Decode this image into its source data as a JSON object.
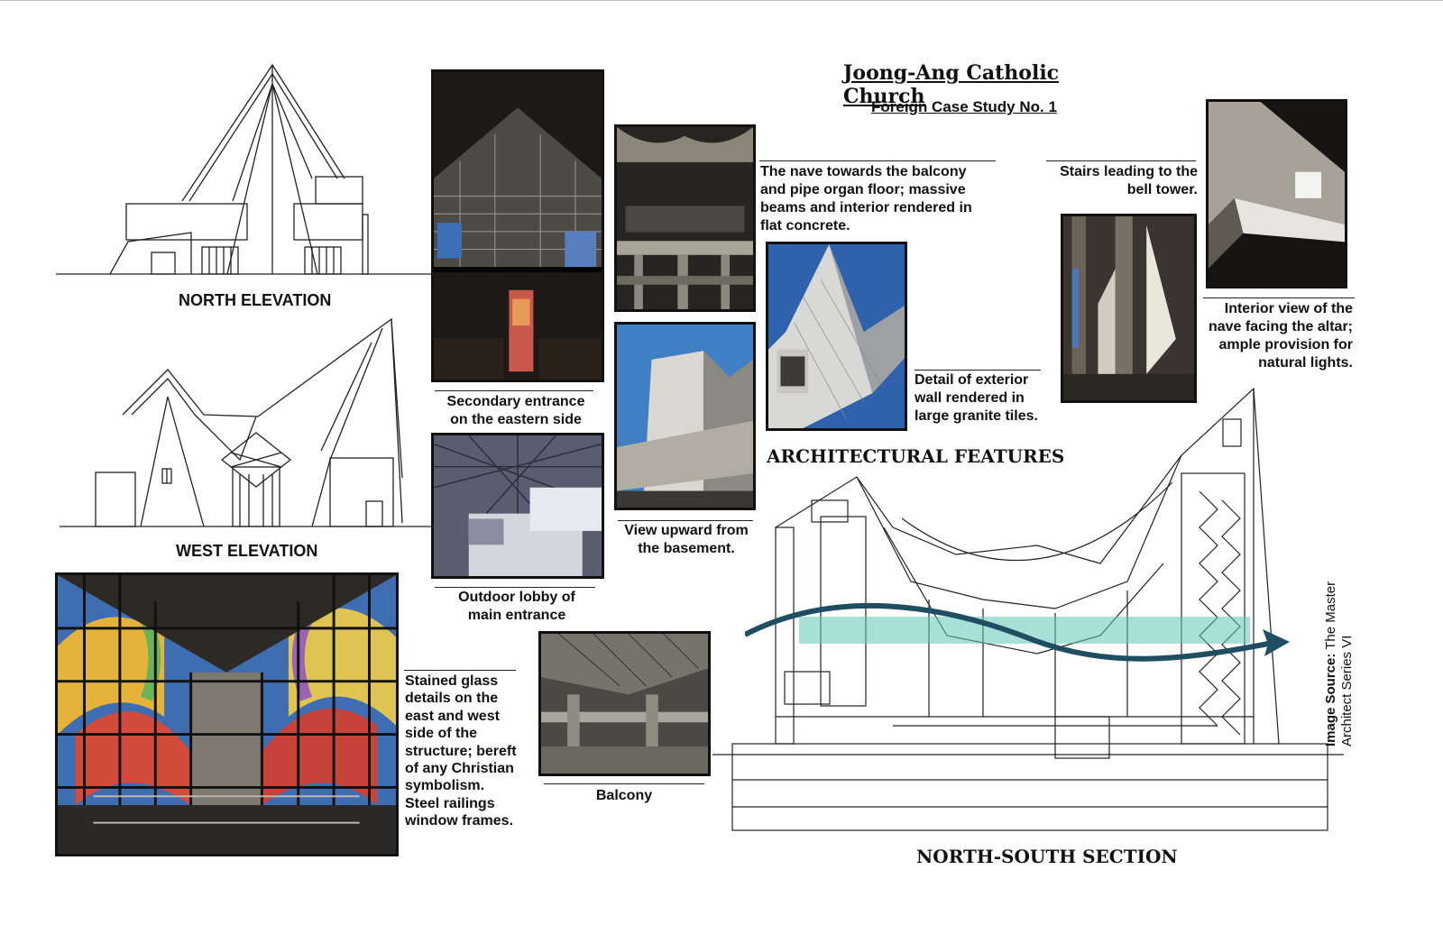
{
  "header": {
    "title": "Joong-Ang Catholic Church",
    "subtitle": "Foreign Case Study No. 1"
  },
  "elevations": {
    "north_label": "NORTH ELEVATION",
    "west_label": "WEST ELEVATION"
  },
  "section": {
    "features_label": "ARCHITECTURAL FEATURES",
    "section_label": "NORTH-SOUTH SECTION",
    "source_bold": "Image Source:",
    "source_line1_rest": " The Master",
    "source_line2": "Architect Series VI",
    "arrow_color": "#1f4e63",
    "band_color": "#5cc6b4"
  },
  "captions": {
    "secondary_entrance": [
      "Secondary entrance",
      "on the eastern side"
    ],
    "outdoor_lobby": [
      "Outdoor lobby of",
      "main entrance"
    ],
    "nave_balcony": [
      "The nave towards the balcony",
      "and pipe organ floor; massive",
      "beams and interior rendered in",
      "flat concrete."
    ],
    "view_upward": [
      "View upward from",
      "the basement."
    ],
    "exterior_wall": [
      "Detail of exterior",
      "wall rendered in",
      "large granite tiles."
    ],
    "stairs": [
      "Stairs leading to the",
      "bell tower."
    ],
    "interior_view": [
      "Interior view of the",
      "nave facing the altar;",
      "ample provision for",
      "natural lights."
    ],
    "stained_glass": [
      "Stained glass",
      "details on the",
      "east and west",
      "side of the",
      "structure; bereft",
      "of any Christian",
      "symbolism.",
      "Steel railings",
      "window frames."
    ],
    "balcony": [
      "Balcony"
    ]
  }
}
